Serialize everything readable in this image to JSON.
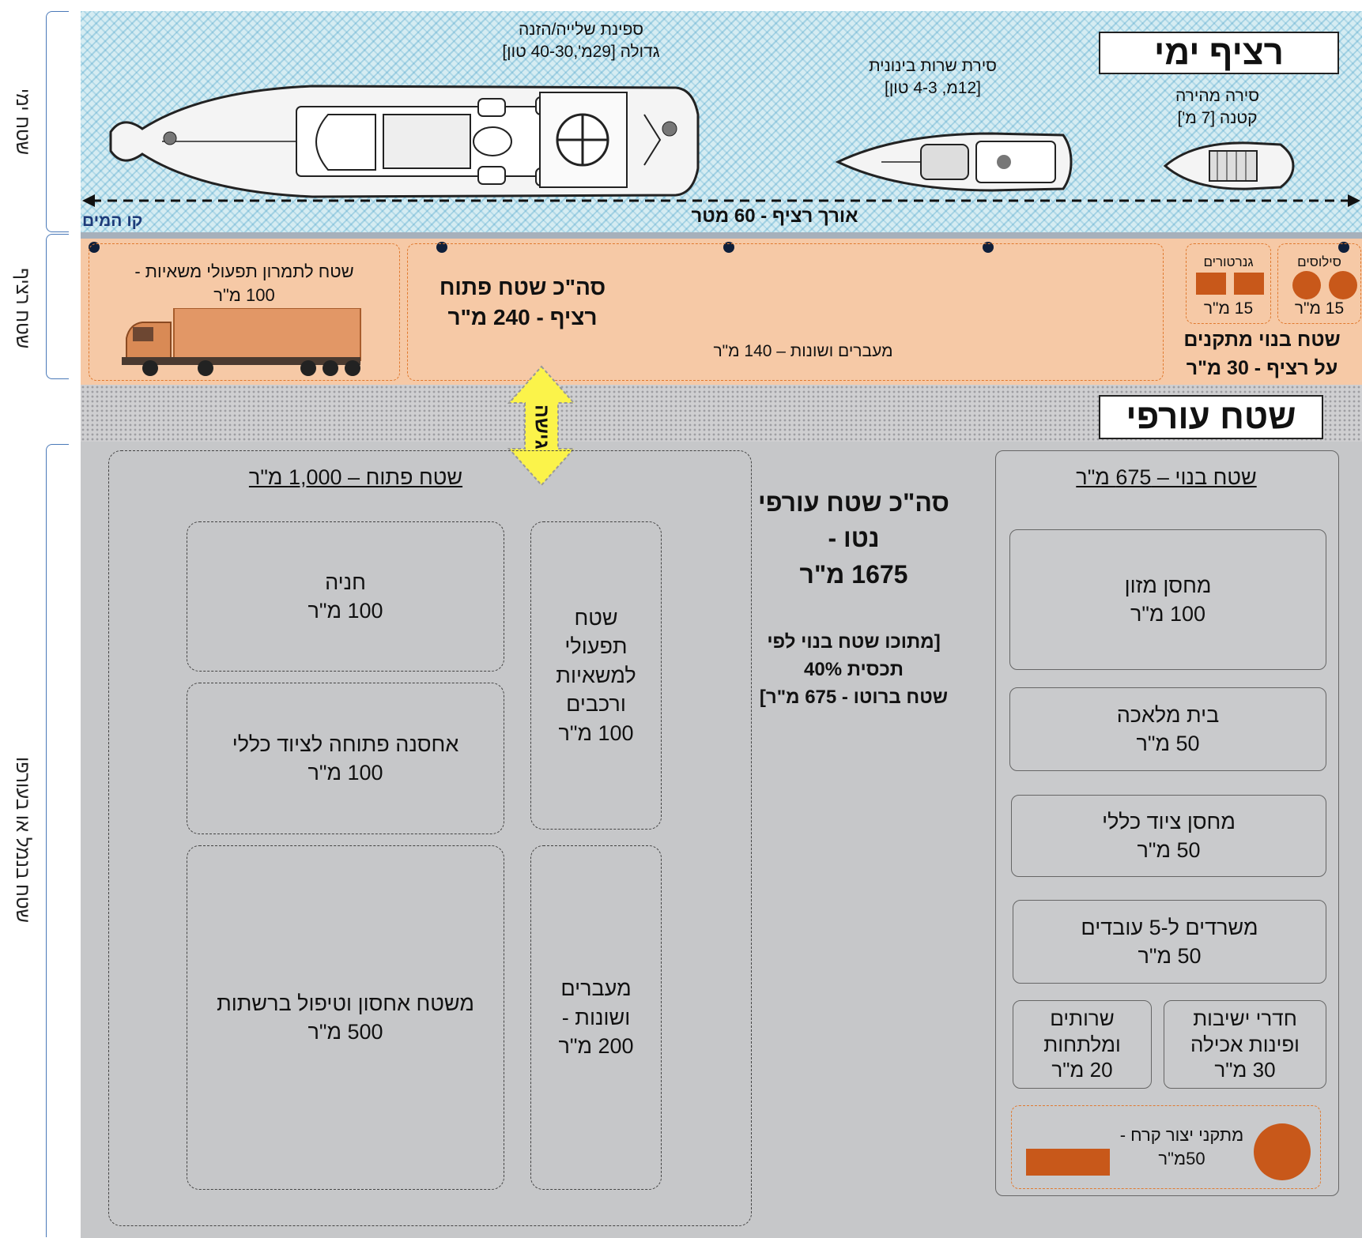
{
  "side_labels": {
    "sea_area": "שטח ימי",
    "quay_area": "שטח רציף",
    "port_area": "שטח בנמל או בעורפו"
  },
  "sea": {
    "title": "רציף ימי",
    "vessel_large": {
      "line1": "ספינת שלייה/הזנה",
      "line2": "גדולה [29מ',40-30 טון]"
    },
    "vessel_medium": {
      "line1": "סירת שרות בינונית",
      "line2": "[12מ, 4-3 טון]"
    },
    "vessel_small": {
      "line1": "סירה מהירה",
      "line2": "קטנה [7 מ']"
    },
    "water_line_label": "קו המים",
    "quay_length_label": "אורך רציף - 60 מטר"
  },
  "quay": {
    "truck_area": {
      "line1": "שטח לתמרון תפעולי משאיות -",
      "line2": "100 מ\"ר"
    },
    "open_total": {
      "line1": "סה\"כ שטח פתוח",
      "line2": "רציף - 240 מ\"ר"
    },
    "passages": "מעברים ושונות – 140 מ\"ר",
    "generators": {
      "label": "גנרטורים",
      "value": "15 מ\"ר"
    },
    "silos": {
      "label": "סילוסים",
      "value": "15 מ\"ר"
    },
    "built_total": {
      "line1": "שטח בנוי מתקנים",
      "line2": "על רציף - 30 מ\"ר"
    },
    "access_label": "גישה"
  },
  "back": {
    "title": "שטח עורפי",
    "open_area_title": "שטח פתוח – 1,000 מ\"ר",
    "parking": {
      "line1": "חניה",
      "line2": "100 מ\"ר"
    },
    "open_storage": {
      "line1": "אחסנה פתוחה לציוד כללי",
      "line2": "100 מ\"ר"
    },
    "nets_area": {
      "line1": "משטח אחסון וטיפול ברשתות",
      "line2": "500 מ\"ר"
    },
    "truck_ops": {
      "l1": "שטח",
      "l2": "תפעולי",
      "l3": "למשאיות",
      "l4": "ורכבים",
      "l5": "100 מ\"ר"
    },
    "passages": {
      "l1": "מעברים",
      "l2": "ושונות -",
      "l3": "200 מ\"ר"
    },
    "total": {
      "l1": "סה\"כ שטח עורפי",
      "l2": "נטו -",
      "l3": "1675 מ\"ר"
    },
    "note": {
      "l1": "[מתוכו שטח בנוי לפי",
      "l2": "תכסית 40%",
      "l3": "שטח ברוטו - 675 מ\"ר]"
    },
    "built_area_title": "שטח בנוי – 675 מ\"ר",
    "food_storage": {
      "line1": "מחסן מזון",
      "line2": "100 מ\"ר"
    },
    "workshop": {
      "line1": "בית מלאכה",
      "line2": "50 מ\"ר"
    },
    "equipment_storage": {
      "line1": "מחסן ציוד כללי",
      "line2": "50 מ\"ר"
    },
    "offices": {
      "line1": "משרדים ל-5 עובדים",
      "line2": "50 מ\"ר"
    },
    "toilets": {
      "l1": "שרותים",
      "l2": "ומלתחות",
      "l3": "20 מ\"ר"
    },
    "meeting_rooms": {
      "l1": "חדרי ישיבות",
      "l2": "ופינות אכילה",
      "l3": "30 מ\"ר"
    },
    "solar": {
      "line1": "מתקני יצור קרח -",
      "line2": "50מ\"ר"
    }
  },
  "colors": {
    "sea": "#d5ecf2",
    "quay": "#f6c9a6",
    "back": "#c6c7c9",
    "facility": "#c8581a",
    "access_arrow": "#fbf34a"
  }
}
